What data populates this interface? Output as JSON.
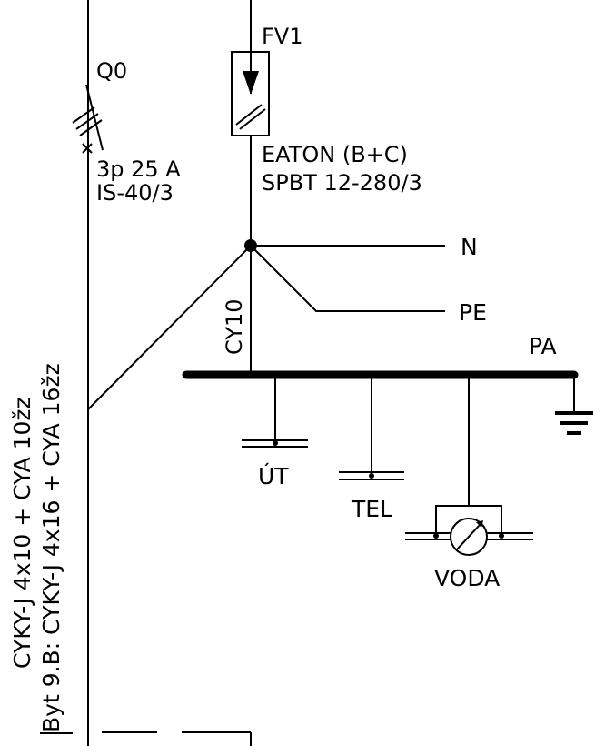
{
  "labels": {
    "breaker_id": "Q0",
    "breaker_rating": "3p  25 A",
    "breaker_type": "IS-40/3",
    "arrester_id": "FV1",
    "arrester_maker": "EATON (B+C)",
    "arrester_model": "SPBT 12-280/3",
    "neutral": "N",
    "protective_earth": "PE",
    "bonding_wire": "CY10",
    "bonding_bar": "PA",
    "heating": "ÚT",
    "telecom": "TEL",
    "water": "VODA",
    "cable_line1": "CYKY-J 4x10 + CYA 10žz",
    "cable_line2": "Byt 9.B: CYKY-J 4x16 + CYA 16žz"
  }
}
